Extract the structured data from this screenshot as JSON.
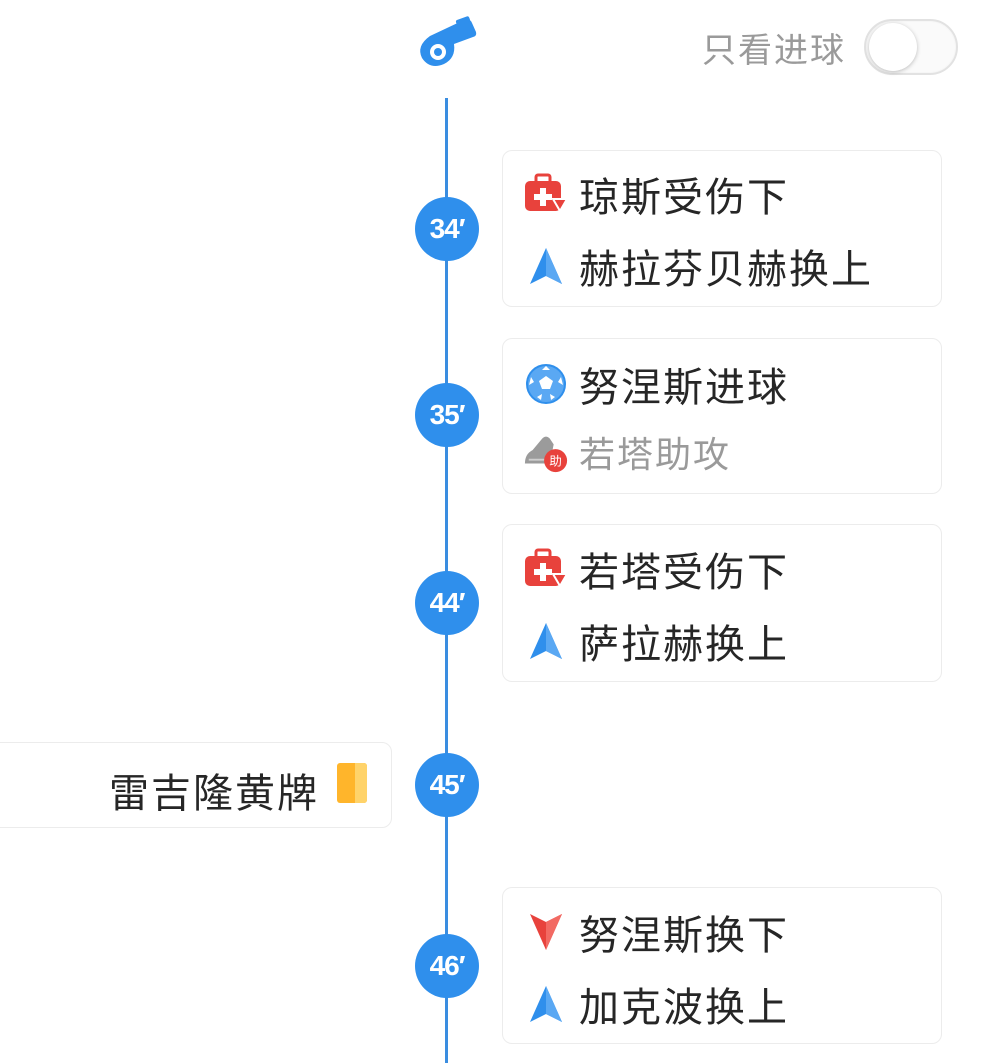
{
  "header": {
    "filter_label": "只看进球",
    "toggle_on": false
  },
  "colors": {
    "accent": "#2f8fec",
    "line": "#3a8de0",
    "injury": "#e8423c",
    "sub_in": "#2f8fec",
    "sub_out": "#e8423c",
    "yellow_card": "#ffb52b",
    "muted_text": "#9a9a9a"
  },
  "events": [
    {
      "minute": "34′",
      "side": "right",
      "rows": [
        {
          "icon": "injury-icon",
          "text": "琼斯受伤下"
        },
        {
          "icon": "sub-in-arrow-icon",
          "text": "赫拉芬贝赫换上"
        }
      ]
    },
    {
      "minute": "35′",
      "side": "right",
      "rows": [
        {
          "icon": "football-icon",
          "text": "努涅斯进球"
        },
        {
          "icon": "assist-boot-icon",
          "text": "若塔助攻",
          "badge": "助"
        }
      ]
    },
    {
      "minute": "44′",
      "side": "right",
      "rows": [
        {
          "icon": "injury-icon",
          "text": "若塔受伤下"
        },
        {
          "icon": "sub-in-arrow-icon",
          "text": "萨拉赫换上"
        }
      ]
    },
    {
      "minute": "45′",
      "side": "left",
      "rows": [
        {
          "icon": "yellow-card-icon",
          "text": "雷吉隆黄牌"
        }
      ]
    },
    {
      "minute": "46′",
      "side": "right",
      "rows": [
        {
          "icon": "sub-out-arrow-icon",
          "text": "努涅斯换下"
        },
        {
          "icon": "sub-in-arrow-icon",
          "text": "加克波换上"
        }
      ]
    }
  ]
}
